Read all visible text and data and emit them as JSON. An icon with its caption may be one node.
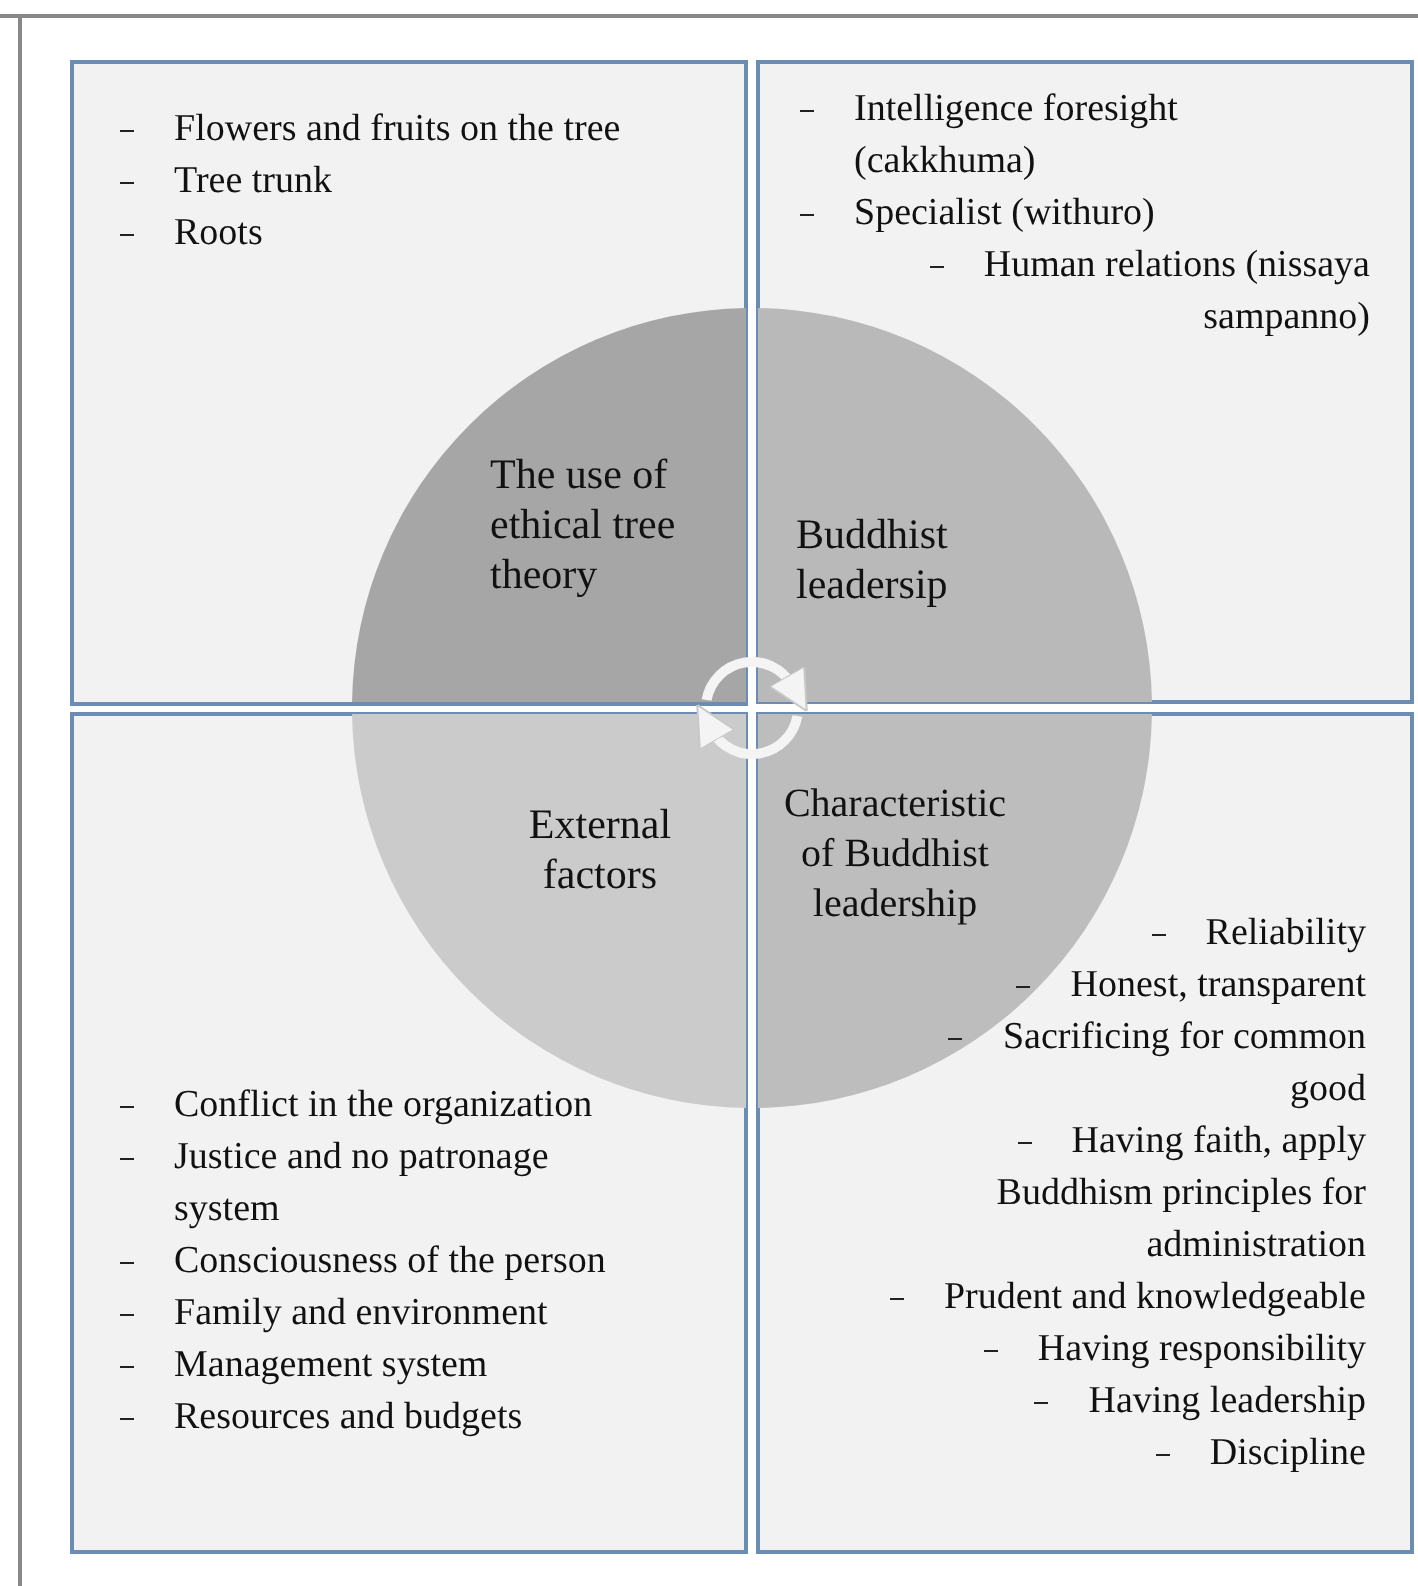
{
  "diagram": {
    "nodes": [
      {
        "text": [
          "Flowers and fruits on the tree",
          "Tree trunk",
          "Roots"
        ]
      },
      {
        "text": [
          "Intelligence foresight (cakkhuma)",
          "Specialist (withuro)",
          "Human relations (nissaya sampanno)"
        ]
      },
      {
        "text": [
          "Conflict in the organization",
          "Justice and no patronage system",
          "Consciousness of the person",
          "Family and environment",
          "Management system",
          "Resources and budgets"
        ]
      },
      {
        "text": [
          "Reliability",
          "Honest, transparent",
          "Sacrificing for common good",
          "Having faith, apply Buddhism principles for administration",
          "Prudent and knowledgeable",
          "Having responsibility",
          "Having leadership",
          "Discipline"
        ]
      },
      {
        "text": [
          "The use of ethical tree theory"
        ],
        "in": 0
      },
      {
        "text": [
          "Buddhist leadersip"
        ],
        "in": 1
      },
      {
        "text": [
          "External factors"
        ],
        "in": 2
      },
      {
        "text": [
          "Characteristic of Buddhist leadership"
        ],
        "in": 3
      }
    ],
    "edges": [
      {
        "from": 4,
        "to": 5,
        "arrow": "to"
      },
      {
        "from": 7,
        "to": 6,
        "arrow": "to"
      }
    ]
  }
}
